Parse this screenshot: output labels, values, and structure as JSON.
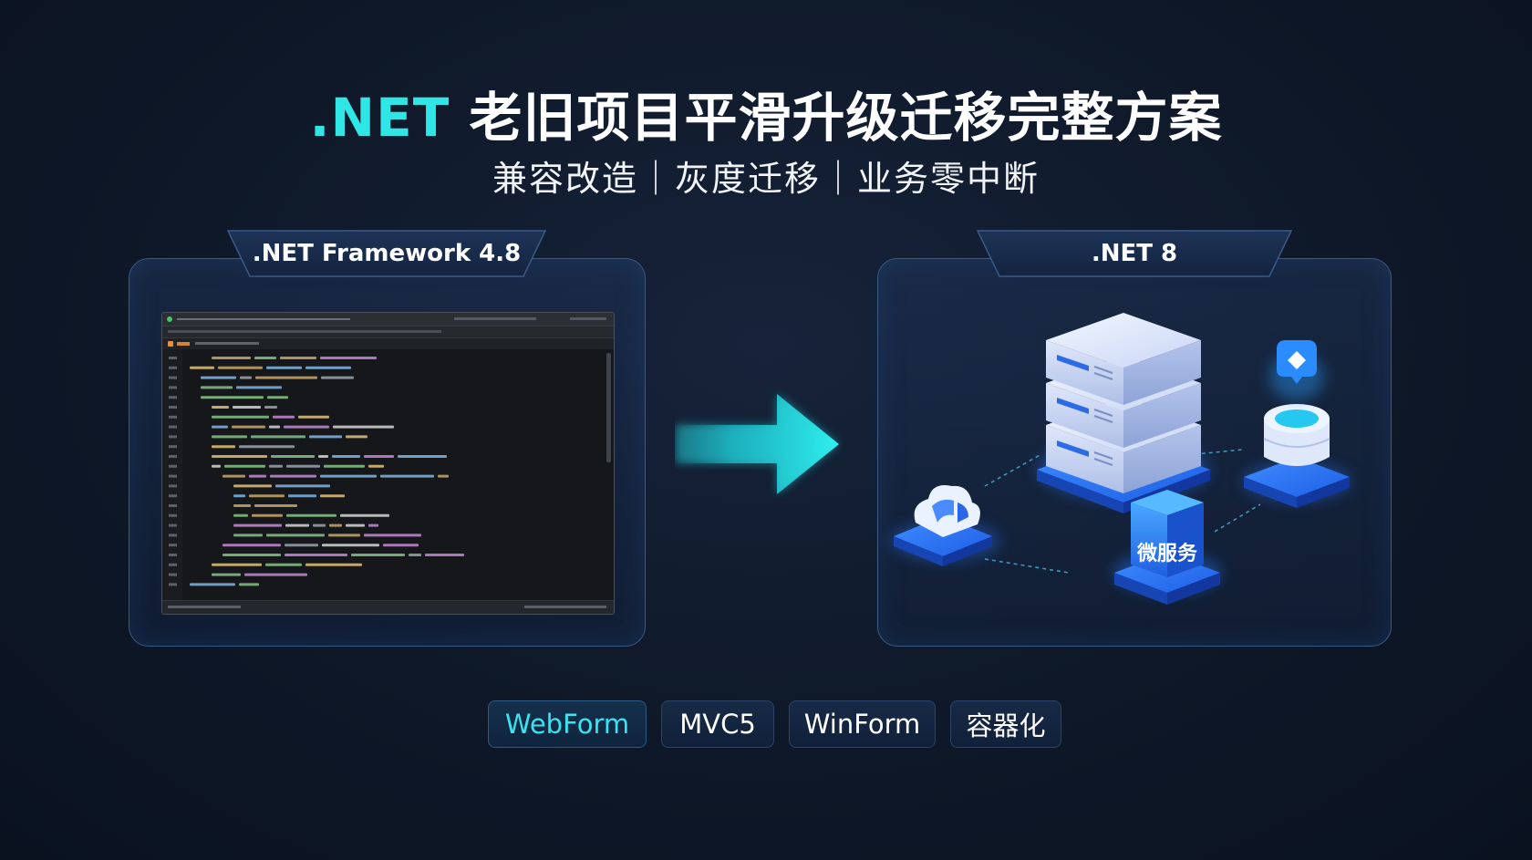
{
  "title": {
    "accent": ".NET",
    "rest": "老旧项目平滑升级迁移完整方案"
  },
  "subtitle": "兼容改造｜灰度迁移｜业务零中断",
  "left_panel": {
    "tab_label": ".NET Framework 4.8"
  },
  "right_panel": {
    "tab_label": ".NET 8",
    "service_label": "微服务"
  },
  "chips": [
    {
      "label": "WebForm",
      "active": true
    },
    {
      "label": "MVC5",
      "active": false
    },
    {
      "label": "WinForm",
      "active": false
    },
    {
      "label": "容器化",
      "active": false
    }
  ],
  "colors": {
    "accent": "#2fe6e6",
    "panel_border": "#3a5a86",
    "background": "#0e1828"
  }
}
